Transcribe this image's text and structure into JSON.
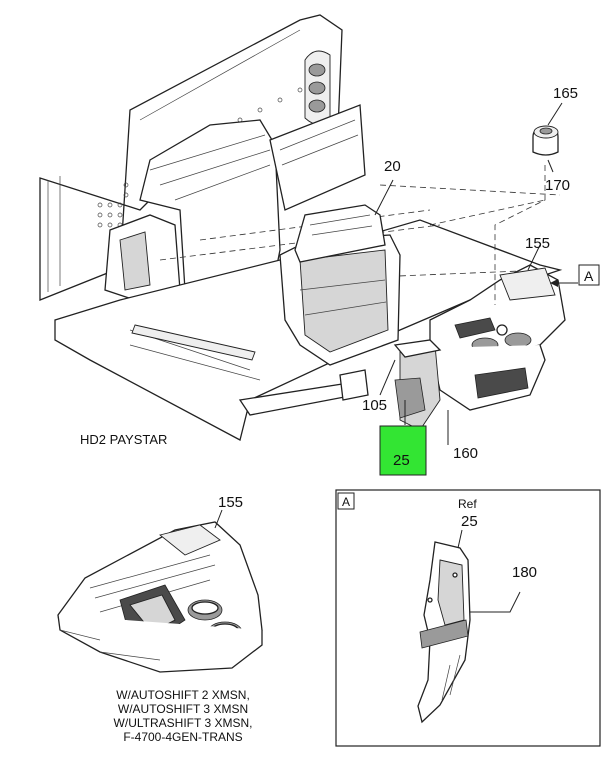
{
  "callouts": {
    "c20": "20",
    "c165": "165",
    "c170": "170",
    "c155_main": "155",
    "c105": "105",
    "c160": "160",
    "c25": "25",
    "c155_detail": "155",
    "ref_label": "Ref",
    "ref_25": "25",
    "c180": "180"
  },
  "detail_marker_main": "A",
  "detail_marker_box": "A",
  "model_label": "HD2 PAYSTAR",
  "variant_lines": [
    "W/AUTOSHIFT 2 XMSN,",
    "W/AUTOSHIFT 3 XMSN",
    "W/ULTRASHIFT 3 XMSN,",
    "F-4700-4GEN-TRANS"
  ],
  "colors": {
    "highlight": "#33e533",
    "line": "#222222"
  }
}
